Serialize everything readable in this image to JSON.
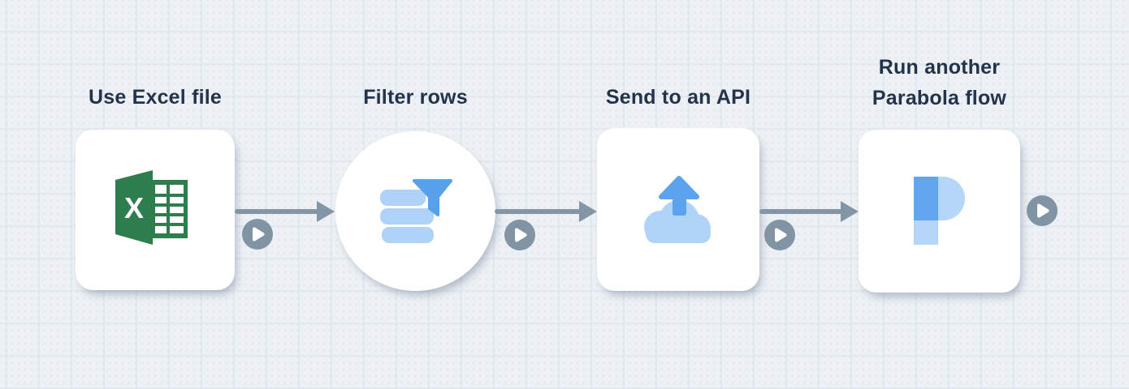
{
  "canvas": {
    "type": "flow-builder-canvas",
    "background_color": "#edf1f5",
    "grid_line_color": "#e2e8f0",
    "grid_dot_color": "#dfe6ee"
  },
  "nodes": [
    {
      "label": "Use Excel file",
      "shape": "rounded-square",
      "icon": "excel-icon",
      "icon_colors": {
        "green": "#2e7d4c",
        "white": "#ffffff"
      }
    },
    {
      "label": "Filter rows",
      "shape": "circle",
      "icon": "filter-icon",
      "icon_colors": {
        "bars": "#aed2f8",
        "funnel": "#57a1ec"
      }
    },
    {
      "label": "Send to an API",
      "shape": "rounded-square",
      "icon": "cloud-upload-icon",
      "icon_colors": {
        "cloud": "#b0d3f8",
        "arrow": "#5ba3ed"
      }
    },
    {
      "label": "Run another\nParabola flow",
      "shape": "rounded-square",
      "icon": "parabola-logo-icon",
      "icon_colors": {
        "stem": "#61a6ee",
        "bowl": "#b4d6f8"
      }
    }
  ],
  "connectors": [
    {
      "from": "Use Excel file",
      "to": "Filter rows",
      "has_run_button": true
    },
    {
      "from": "Filter rows",
      "to": "Send to an API",
      "has_run_button": true
    },
    {
      "from": "Send to an API",
      "to": "Run another Parabola flow",
      "has_run_button": true
    }
  ],
  "flow_output_run_button": {
    "after": "Run another Parabola flow",
    "icon": "play-icon"
  },
  "styles": {
    "card_color": "#ffffff",
    "label_color": "#23344a",
    "connector_color": "#8496a6",
    "run_button_color": "#8094a4",
    "play_glyph_color": "#ffffff"
  }
}
